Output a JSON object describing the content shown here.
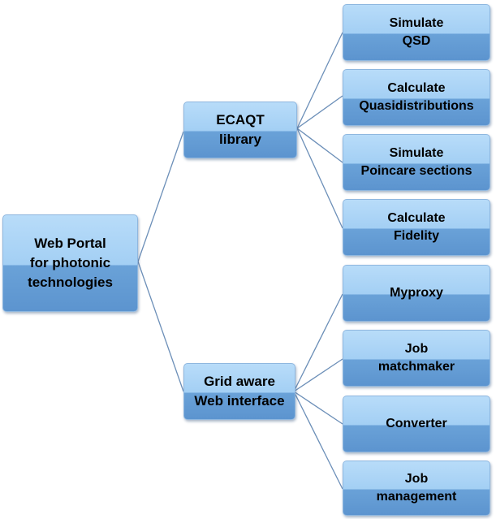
{
  "diagram": {
    "root": {
      "line1": "Web Portal",
      "line2": "for photonic",
      "line3": "technologies"
    },
    "ecaqt": {
      "line1": "ECAQT",
      "line2": "library"
    },
    "grid": {
      "line1": "Grid aware",
      "line2": "Web interface"
    },
    "ecaqt_children": [
      {
        "line1": "Simulate",
        "line2": "QSD"
      },
      {
        "line1": "Calculate",
        "line2": "Quasidistributions"
      },
      {
        "line1": "Simulate",
        "line2": "Poincare sections"
      },
      {
        "line1": "Calculate",
        "line2": "Fidelity"
      }
    ],
    "grid_children": [
      {
        "line1": "Myproxy"
      },
      {
        "line1": "Job",
        "line2": "matchmaker"
      },
      {
        "line1": "Converter"
      },
      {
        "line1": "Job",
        "line2": "management"
      }
    ],
    "colors": {
      "node_top": "#b8dcf9",
      "node_bottom": "#5c94cf",
      "connector": "#6c8fb8"
    }
  }
}
